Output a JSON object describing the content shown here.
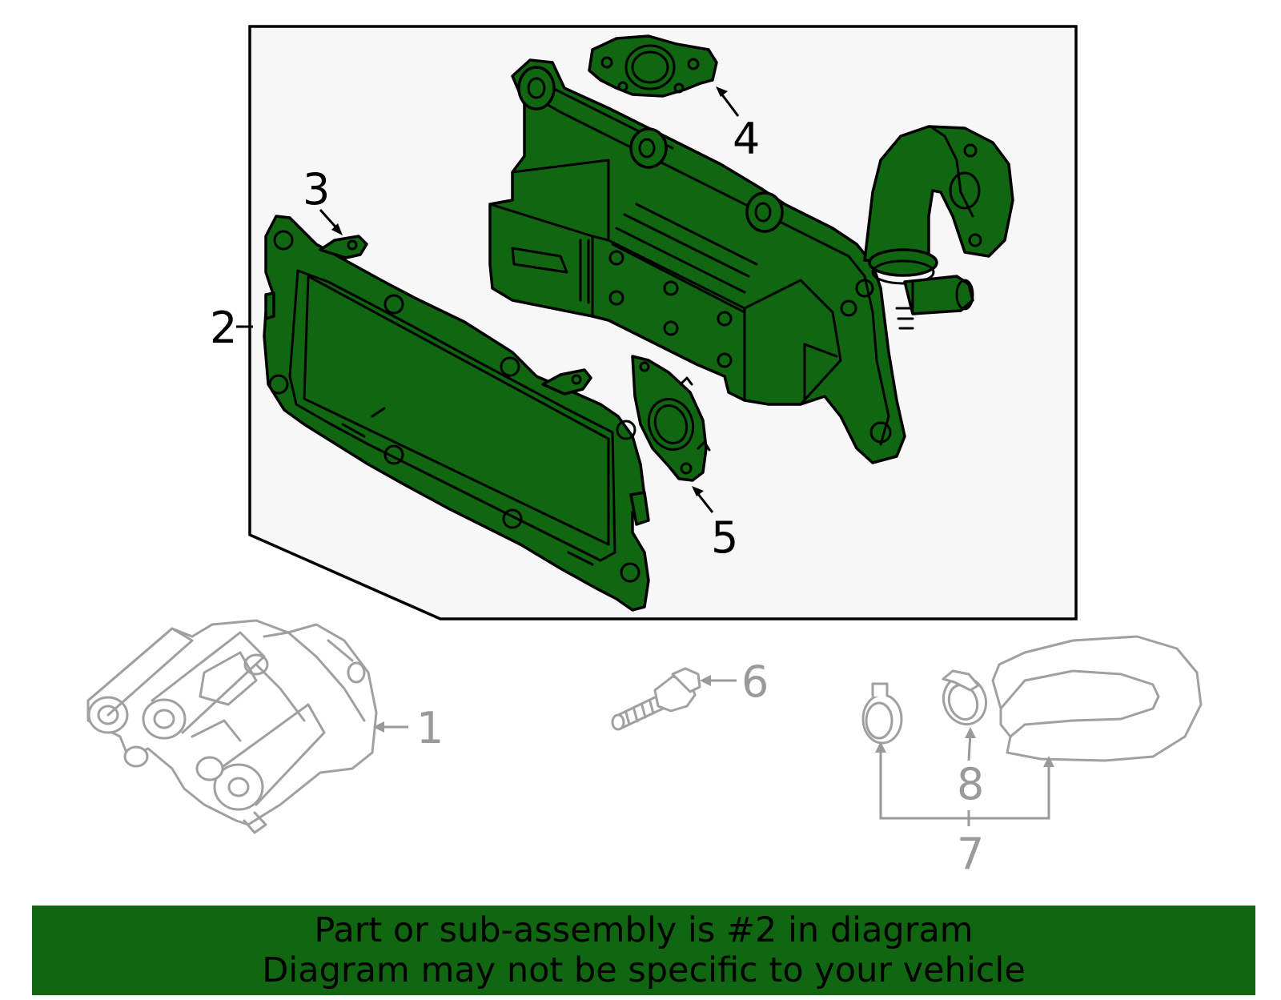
{
  "colors": {
    "highlight": "#116611",
    "ghost": "#a0a0a0",
    "inset_bg": "#f7f7f7",
    "banner_bg": "#116611"
  },
  "callouts": {
    "c1": "1",
    "c2": "2",
    "c3": "3",
    "c4": "4",
    "c5": "5",
    "c6": "6",
    "c7": "7",
    "c8": "8"
  },
  "banner": {
    "line1": "Part or sub-assembly is #2 in diagram",
    "line2": "Diagram may not be specific to your vehicle"
  }
}
